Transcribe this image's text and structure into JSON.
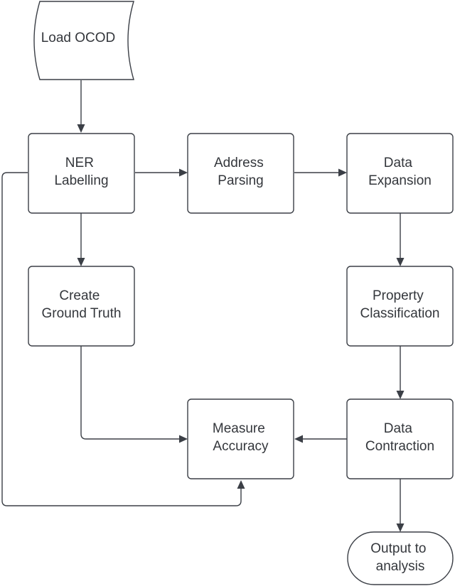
{
  "diagram": {
    "type": "flowchart",
    "colors": {
      "stroke": "#3b3f46",
      "text": "#34373c",
      "fill": "#ffffff"
    },
    "nodes": {
      "load_ocod": {
        "shape": "stored-data",
        "lines": [
          "Load OCOD"
        ]
      },
      "ner_labelling": {
        "shape": "process",
        "lines": [
          "NER",
          "Labelling"
        ]
      },
      "address_parsing": {
        "shape": "process",
        "lines": [
          "Address",
          "Parsing"
        ]
      },
      "data_expansion": {
        "shape": "process",
        "lines": [
          "Data",
          "Expansion"
        ]
      },
      "create_ground_truth": {
        "shape": "process",
        "lines": [
          "Create",
          "Ground Truth"
        ]
      },
      "property_classification": {
        "shape": "process",
        "lines": [
          "Property",
          "Classification"
        ]
      },
      "measure_accuracy": {
        "shape": "process",
        "lines": [
          "Measure",
          "Accuracy"
        ]
      },
      "data_contraction": {
        "shape": "process",
        "lines": [
          "Data",
          "Contraction"
        ]
      },
      "output_to_analysis": {
        "shape": "terminator",
        "lines": [
          "Output to",
          "analysis"
        ]
      }
    },
    "edges": [
      {
        "from": "load_ocod",
        "to": "ner_labelling"
      },
      {
        "from": "ner_labelling",
        "to": "address_parsing"
      },
      {
        "from": "address_parsing",
        "to": "data_expansion"
      },
      {
        "from": "ner_labelling",
        "to": "create_ground_truth"
      },
      {
        "from": "data_expansion",
        "to": "property_classification"
      },
      {
        "from": "property_classification",
        "to": "data_contraction"
      },
      {
        "from": "create_ground_truth",
        "to": "measure_accuracy"
      },
      {
        "from": "data_contraction",
        "to": "measure_accuracy"
      },
      {
        "from": "ner_labelling",
        "to": "measure_accuracy"
      },
      {
        "from": "data_contraction",
        "to": "output_to_analysis"
      }
    ]
  }
}
